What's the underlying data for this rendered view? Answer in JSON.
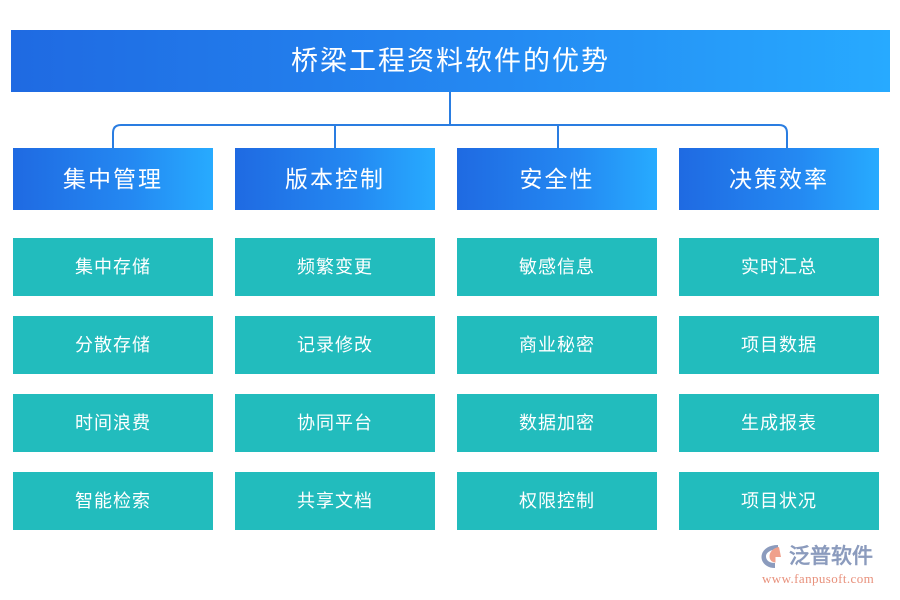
{
  "title": {
    "text": "桥梁工程资料软件的优势"
  },
  "colors": {
    "banner_start": "#1f6ae2",
    "banner_end": "#27aaff",
    "leaf_teal": "#22bcbd",
    "connector_line": "#2a7de1",
    "logo_word": "#8b9bbd",
    "logo_url": "#e8917c",
    "background": "#ffffff"
  },
  "columns": [
    {
      "header": "集中管理",
      "items": [
        "集中存储",
        "分散存储",
        "时间浪费",
        "智能检索"
      ]
    },
    {
      "header": "版本控制",
      "items": [
        "频繁变更",
        "记录修改",
        "协同平台",
        "共享文档"
      ]
    },
    {
      "header": "安全性",
      "items": [
        "敏感信息",
        "商业秘密",
        "数据加密",
        "权限控制"
      ]
    },
    {
      "header": "决策效率",
      "items": [
        "实时汇总",
        "项目数据",
        "生成报表",
        "项目状况"
      ]
    }
  ],
  "logo": {
    "name": "泛普软件",
    "url": "www.fanpusoft.com"
  }
}
